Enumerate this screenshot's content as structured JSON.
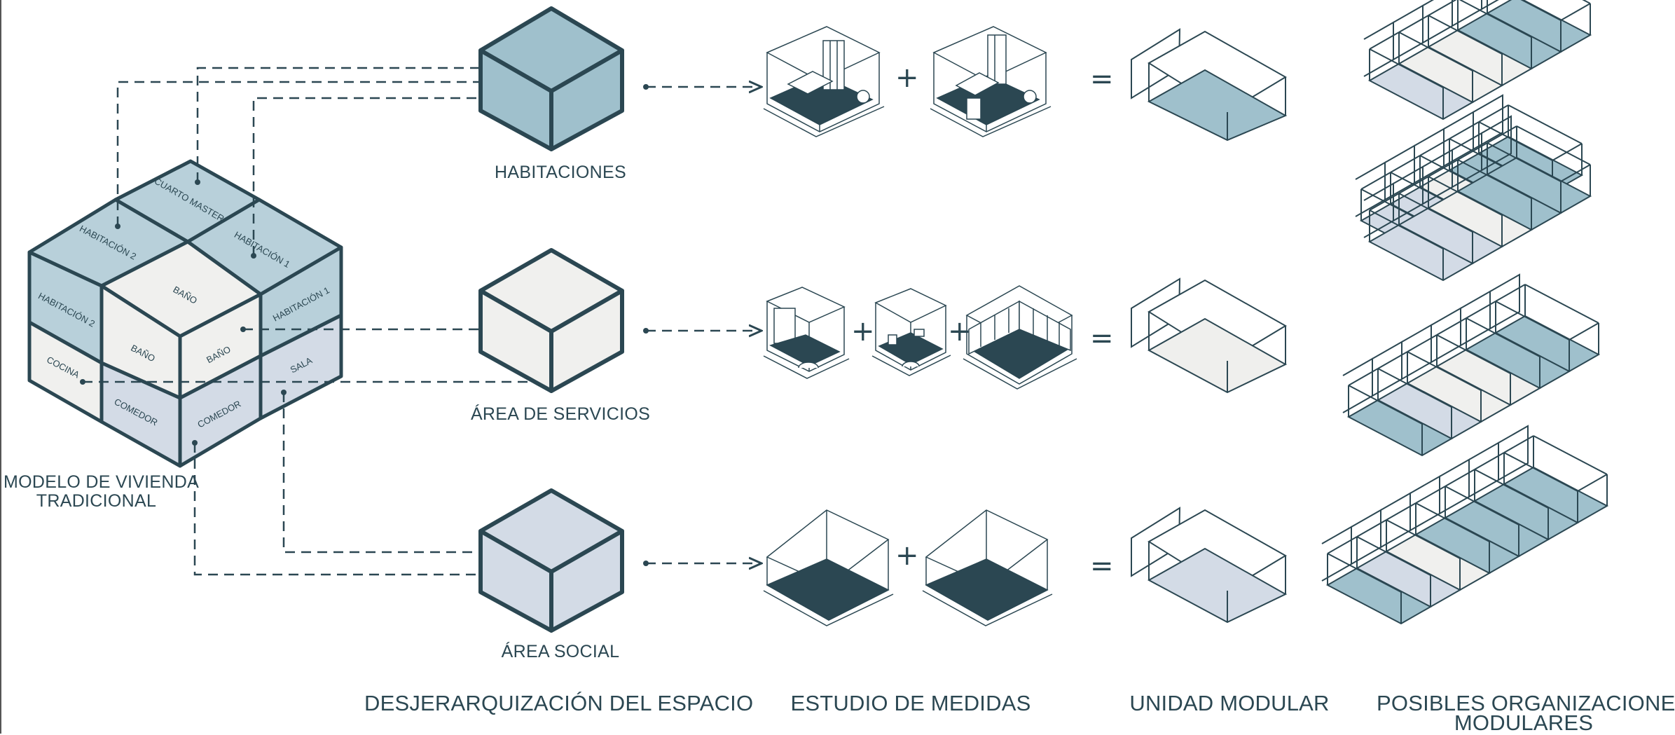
{
  "colors": {
    "stroke": "#2b4752",
    "habitaciones": "#9fc0cc",
    "servicios": "#f0f0ee",
    "social": "#d3dbe6",
    "floor_dark": "#2b4752"
  },
  "model": {
    "caption_line1": "MODELO DE VIVIENDA",
    "caption_line2": "TRADICIONAL",
    "cells": {
      "cuarto_master": "CUARTO MASTER",
      "habitacion2_top": "HABITACIÓN 2",
      "habitacion1_top": "HABITACIÓN 1",
      "bano_top": "BAÑO",
      "habitacion2_left": "HABITACIÓN 2",
      "cocina": "COCINA",
      "bano_left": "BAÑO",
      "comedor_left": "COMEDOR",
      "bano_right": "BAÑO",
      "habitacion1_right": "HABITACIÓN 1",
      "comedor_right": "COMEDOR",
      "sala": "SALA"
    }
  },
  "groups": {
    "habitaciones": "HABITACIONES",
    "servicios": "ÁREA DE SERVICIOS",
    "social": "ÁREA SOCIAL"
  },
  "operators": {
    "plus": "+",
    "equals": "="
  },
  "footer": {
    "col1": "DESJERARQUIZACIÓN DEL ESPACIO",
    "col2": "ESTUDIO DE MEDIDAS",
    "col3": "UNIDAD MODULAR",
    "col4_line1": "POSIBLES ORGANIZACIONES",
    "col4_line2": "MODULARES"
  }
}
